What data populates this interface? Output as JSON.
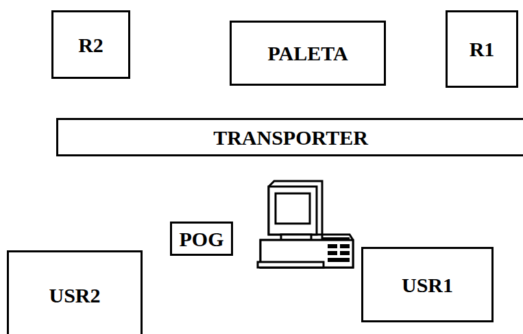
{
  "diagram": {
    "nodes": [
      {
        "text": [
          "R2"
        ]
      },
      {
        "text": [
          "PALETA"
        ]
      },
      {
        "text": [
          "R1"
        ]
      },
      {
        "text": [
          "TRANSPORTER"
        ]
      },
      {
        "text": [
          "POG"
        ]
      },
      {
        "text": [
          "USR2"
        ]
      },
      {
        "text": [
          "USR1"
        ]
      }
    ]
  }
}
